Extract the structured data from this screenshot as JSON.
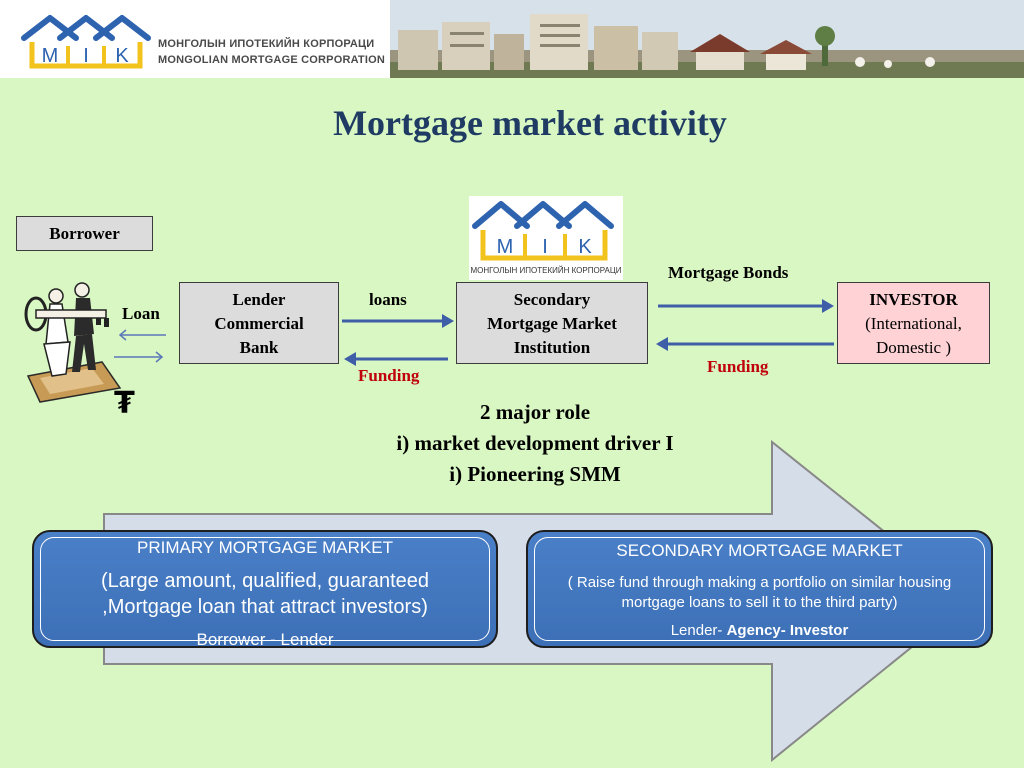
{
  "header": {
    "logo_letters": [
      "M",
      "I",
      "K"
    ],
    "org_name_mn": "МОНГОЛЫН ИПОТЕКИЙН КОРПОРАЦИ",
    "org_name_en": "MONGOLIAN MORTGAGE CORPORATION"
  },
  "title": "Mortgage market activity",
  "diagram": {
    "borrower_label": "Borrower",
    "loan_label": "Loan",
    "currency_symbol": "₮",
    "lender_box": [
      "Lender",
      "Commercial",
      "Bank"
    ],
    "loans_label": "loans",
    "funding_left": "Funding",
    "smi_logo": {
      "letters": [
        "M",
        "I",
        "K"
      ],
      "caption": "МОНГОЛЫН ИПОТЕКИЙН КОРПОРАЦИ"
    },
    "smi_box": [
      "Secondary",
      "Mortgage Market",
      "Institution"
    ],
    "mortgage_bonds_label": "Mortgage Bonds",
    "funding_right": "Funding",
    "investor_box": [
      "INVESTOR",
      "(International,",
      "Domestic )"
    ],
    "roles": [
      "2 major role",
      "i) market development driver I",
      "i) Pioneering SMM"
    ]
  },
  "primary_market": {
    "title": "PRIMARY  MORTGAGE  MARKET",
    "desc_line1": "(Large amount, qualified, guaranteed",
    "desc_line2": ",Mortgage loan that attract investors)",
    "parties": "Borrower - Lender"
  },
  "secondary_market": {
    "title": "SECONDARY MORTGAGE MARKET",
    "desc_line1": "( Raise fund through making a portfolio on similar housing",
    "desc_line2": "mortgage loans to sell it to the third party)",
    "parties_prefix": "Lender-",
    "parties_bold": "Agency- Investor"
  },
  "colors": {
    "background": "#d9f7c3",
    "title": "#1f3b63",
    "arrow_blue": "#3f5ea8",
    "funding_red": "#c0000a",
    "market_blue": "#3c6fb6",
    "investor_pink": "#ffd3d6",
    "logo_blue": "#2e63b0",
    "logo_yellow": "#f2c31c"
  }
}
